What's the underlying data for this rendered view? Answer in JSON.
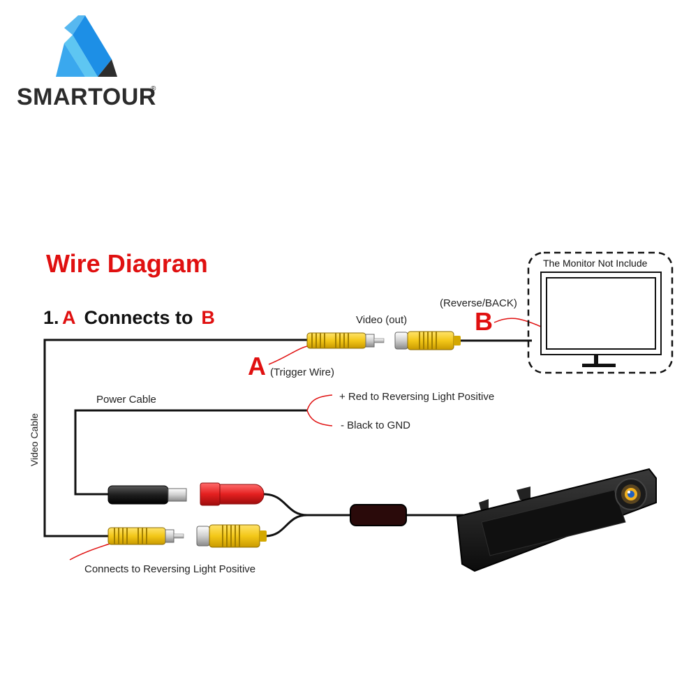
{
  "brand": {
    "name": "SMARTOUR",
    "registered_mark": "®",
    "logo_colors": [
      "#1d8fe6",
      "#5ec6f2",
      "#2d2d2d"
    ]
  },
  "diagram": {
    "title": "Wire Diagram",
    "step": {
      "prefix": "1.",
      "a": "A",
      "middle": " Connects to ",
      "b": "B"
    },
    "video_out_label": "Video (out)",
    "reverse_label": "(Reverse/BACK)",
    "letter_a": "A",
    "trigger_label": "(Trigger Wire)",
    "letter_b": "B",
    "monitor_label": "The Monitor Not Include",
    "video_cable_label": "Video Cable",
    "power_cable_label": "Power Cable",
    "red_wire_label": "+ Red to Reversing Light Positive",
    "black_wire_label": "- Black to GND",
    "reversing_light_label": "Connects to Reversing Light Positive"
  },
  "colors": {
    "accent_red": "#e01010",
    "rca_yellow": "#f3c718",
    "dc_red": "#e42020",
    "cable": "#111111"
  }
}
